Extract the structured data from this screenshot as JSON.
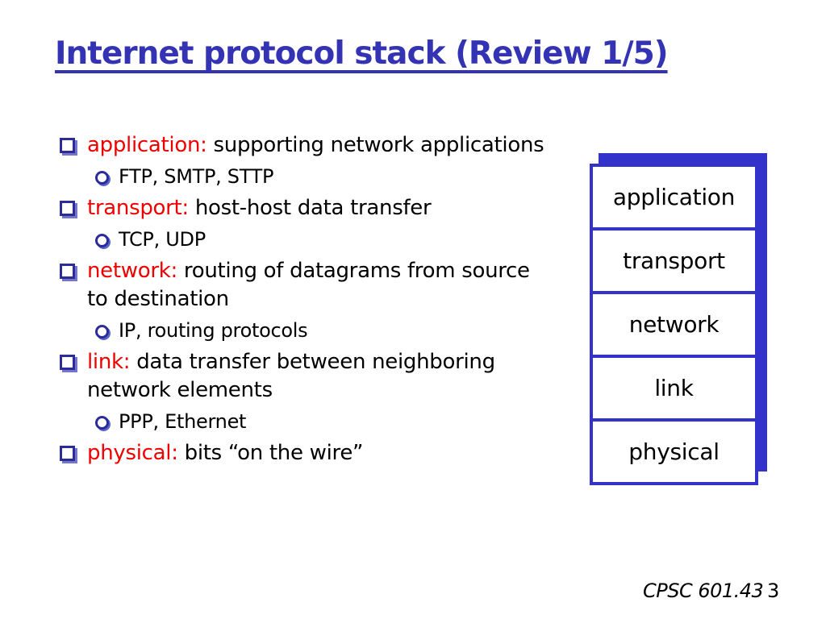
{
  "slide": {
    "title": "Internet protocol stack (Review 1/5)",
    "bullets": [
      {
        "keyword": "application:",
        "text": " supporting network applications",
        "sub": [
          "FTP, SMTP, STTP"
        ]
      },
      {
        "keyword": "transport:",
        "text": " host-host data transfer",
        "sub": [
          "TCP, UDP"
        ]
      },
      {
        "keyword": "network:",
        "text": " routing of datagrams from source",
        "text2": "to destination",
        "sub": [
          "IP, routing protocols"
        ]
      },
      {
        "keyword": "link:",
        "text": " data transfer between neighboring",
        "text2": "network elements",
        "sub": [
          "PPP, Ethernet"
        ]
      },
      {
        "keyword": "physical:",
        "text": " bits “on the wire”",
        "sub": []
      }
    ],
    "stack_layers": [
      "application",
      "transport",
      "network",
      "link",
      "physical"
    ],
    "footer": {
      "course": "CPSC 601.43",
      "page": "3"
    },
    "colors": {
      "title_blue": "#3333B3",
      "diagram_blue": "#3333CC",
      "bullet_navy": "#2B2B99",
      "keyword_red": "#EE0000",
      "text_black": "#000000",
      "background": "#FFFFFF"
    }
  }
}
